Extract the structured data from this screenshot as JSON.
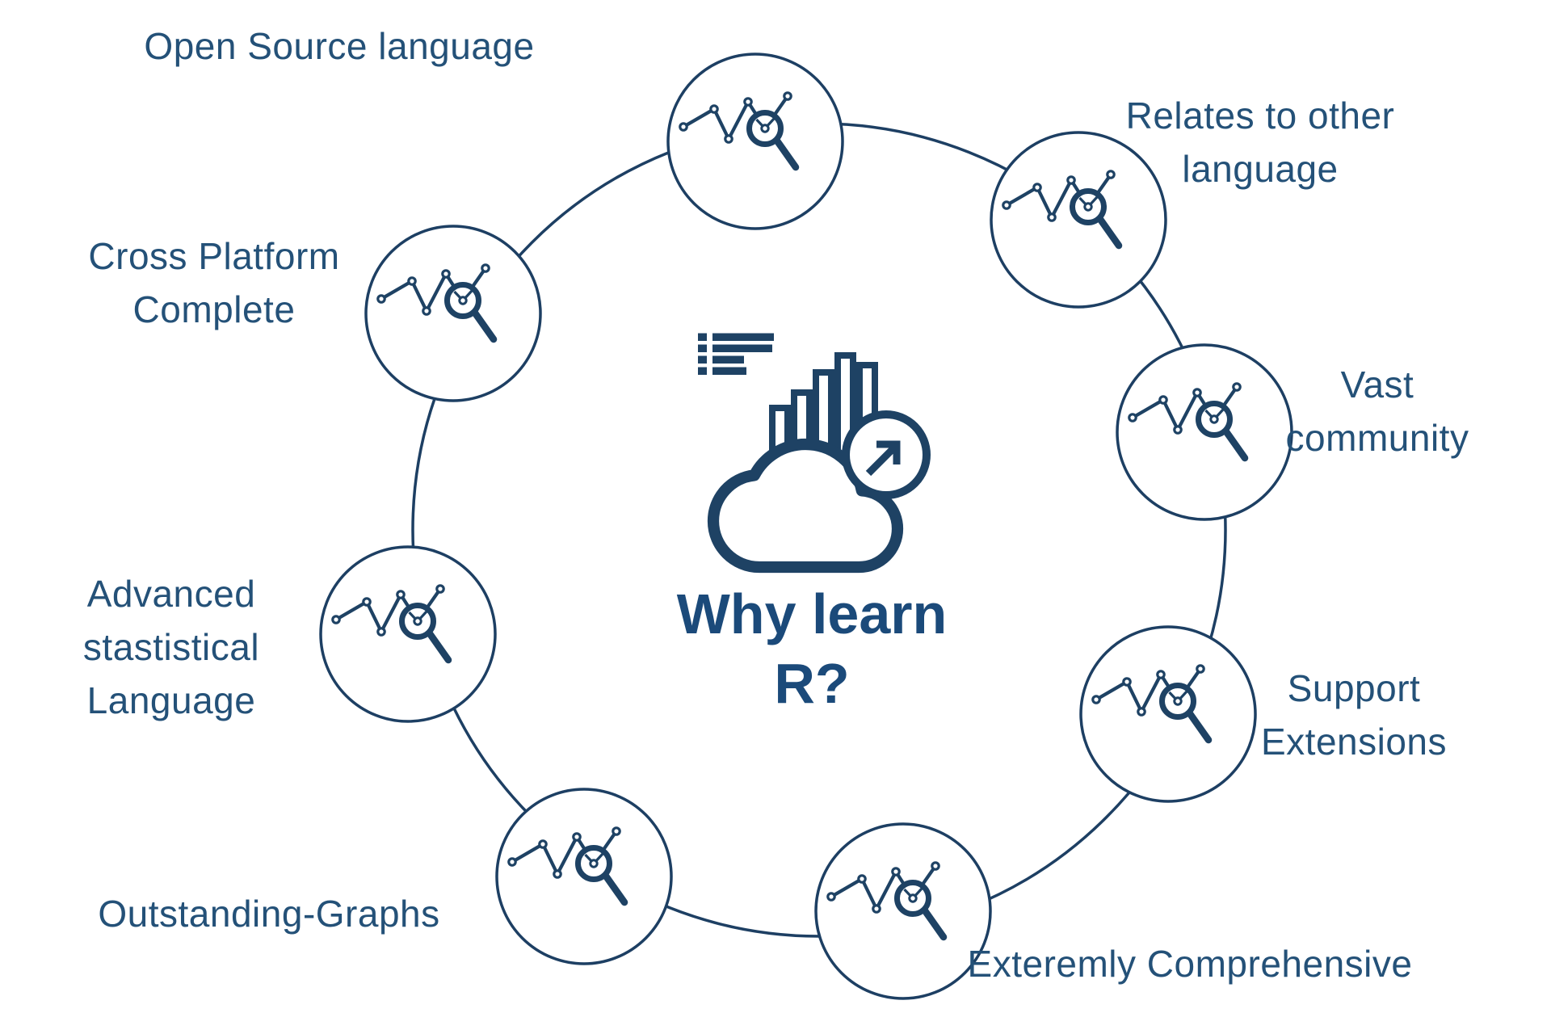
{
  "title": {
    "line1": "Why learn",
    "line2": "R?"
  },
  "nodes": [
    {
      "id": "open-source-language",
      "lines": [
        "Open Source language"
      ]
    },
    {
      "id": "relates-to-other-language",
      "lines": [
        "Relates to other",
        "language"
      ]
    },
    {
      "id": "vast-community",
      "lines": [
        "Vast",
        "community"
      ]
    },
    {
      "id": "support-extensions",
      "lines": [
        "Support",
        "Extensions"
      ]
    },
    {
      "id": "extremely-comprehensive",
      "lines": [
        "Exteremly Comprehensive"
      ]
    },
    {
      "id": "outstanding-graphs",
      "lines": [
        "Outstanding-Graphs"
      ]
    },
    {
      "id": "advanced-statistical",
      "lines": [
        "Advanced",
        "stastistical",
        "Language"
      ]
    },
    {
      "id": "cross-platform-complete",
      "lines": [
        "Cross Platform",
        "Complete"
      ]
    }
  ],
  "icons": {
    "node_icon": "line-chart-magnifier-icon",
    "center_icons": [
      "list-icon",
      "bar-chart-icon",
      "cloud-icon",
      "trend-up-arrow-icon"
    ]
  },
  "colors": {
    "navy_stroke": "#1d3f63",
    "icon_navy": "#1e4264",
    "label_text": "#245178",
    "title_text": "#1b4a7a",
    "background": "#ffffff"
  }
}
